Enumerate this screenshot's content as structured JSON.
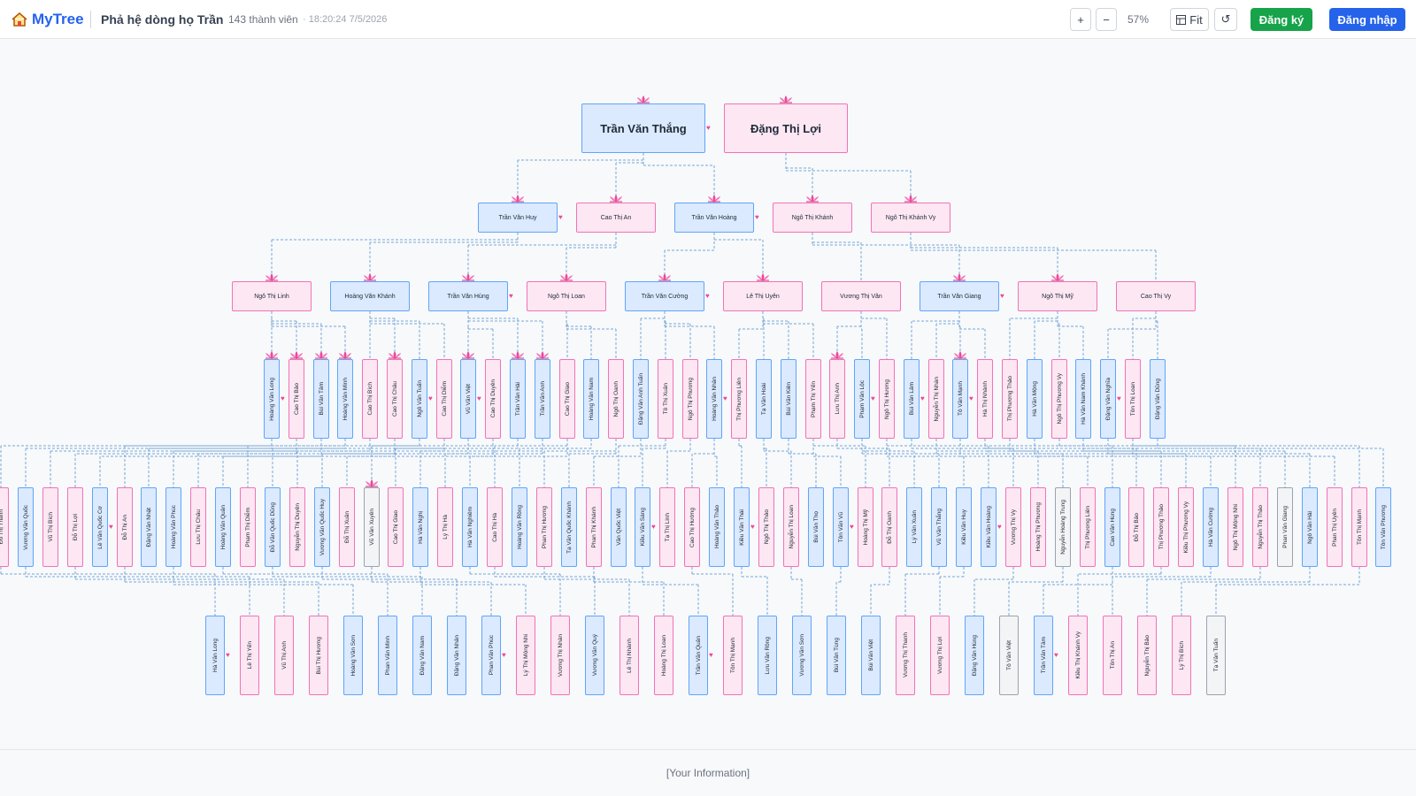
{
  "header": {
    "brand": "MyTree",
    "tree_title": "Phả hệ dòng họ Trần",
    "member_count": "143 thành viên",
    "timestamp": "· 18:20:24 7/5/2026",
    "zoom_in": "+",
    "zoom_out": "−",
    "zoom_level": "57%",
    "fit_label": "Fit",
    "reset_icon": "↺",
    "register_label": "Đăng ký",
    "login_label": "Đăng nhập"
  },
  "footer": {
    "text": "[Your Information]"
  },
  "colors": {
    "male": "#dbeafe",
    "female": "#fce7f3",
    "accent": "#2563eb",
    "register": "#16a34a"
  },
  "icons": {
    "logo": "home-icon",
    "fit": "grid-icon",
    "reset": "refresh-icon",
    "lotus": "lotus-icon",
    "couple": "heart-icon"
  },
  "generations": [
    {
      "level": 0,
      "members": [
        {
          "name": "Trần Văn Thắng",
          "gender": "male",
          "lotus": true
        },
        {
          "name": "Đặng Thị Lợi",
          "gender": "female",
          "lotus": true
        }
      ]
    },
    {
      "level": 1,
      "members": [
        {
          "name": "Trần Văn Huy",
          "gender": "male",
          "lotus": true
        },
        {
          "name": "Cao Thị An",
          "gender": "female",
          "lotus": true
        },
        {
          "name": "Trần Văn Hoàng",
          "gender": "male",
          "lotus": true
        },
        {
          "name": "Ngô Thị Khánh",
          "gender": "female",
          "lotus": true
        },
        {
          "name": "Ngô Thị Khánh Vy",
          "gender": "female",
          "lotus": true
        }
      ]
    },
    {
      "level": 2,
      "members": [
        {
          "name": "Ngô Thị Linh",
          "gender": "female",
          "lotus": true
        },
        {
          "name": "Hoàng Văn Khánh",
          "gender": "male",
          "lotus": true
        },
        {
          "name": "Trần Văn Hùng",
          "gender": "male",
          "lotus": true
        },
        {
          "name": "Ngô Thị Loan",
          "gender": "female",
          "lotus": true
        },
        {
          "name": "Trần Văn Cường",
          "gender": "male",
          "lotus": true
        },
        {
          "name": "Lê Thị Uyên",
          "gender": "female",
          "lotus": true
        },
        {
          "name": "Vương Thị Vân",
          "gender": "female",
          "lotus": false
        },
        {
          "name": "Trần Văn Giang",
          "gender": "male",
          "lotus": true
        },
        {
          "name": "Ngô Thị Mỹ",
          "gender": "female",
          "lotus": true
        },
        {
          "name": "Cao Thị Vy",
          "gender": "female",
          "lotus": false
        }
      ]
    },
    {
      "level": 3,
      "members": [
        {
          "name": "Hoàng Văn Long",
          "gender": "male",
          "lotus": true
        },
        {
          "name": "Cao Thị Bảo",
          "gender": "female",
          "lotus": true
        },
        {
          "name": "Bùi Văn Tâm",
          "gender": "male",
          "lotus": true
        },
        {
          "name": "Hoàng Văn Minh",
          "gender": "male",
          "lotus": true
        },
        {
          "name": "Cao Thị Bích",
          "gender": "female",
          "lotus": false
        },
        {
          "name": "Cao Thị Châu",
          "gender": "female",
          "lotus": true
        },
        {
          "name": "Ngô Văn Tuấn",
          "gender": "male",
          "lotus": false
        },
        {
          "name": "Cao Thị Diễm",
          "gender": "female",
          "lotus": false
        },
        {
          "name": "Vũ Văn Việt",
          "gender": "male",
          "lotus": true
        },
        {
          "name": "Cao Thị Duyên",
          "gender": "female",
          "lotus": false
        },
        {
          "name": "Trần Văn Hải",
          "gender": "male",
          "lotus": true
        },
        {
          "name": "Trần Văn Anh",
          "gender": "male",
          "lotus": true
        },
        {
          "name": "Cao Thị Giao",
          "gender": "female",
          "lotus": false
        },
        {
          "name": "Hoàng Văn Nam",
          "gender": "male",
          "lotus": false
        },
        {
          "name": "Ngô Thị Oanh",
          "gender": "female",
          "lotus": false
        },
        {
          "name": "Đặng Văn Anh Tuấn",
          "gender": "male",
          "lotus": false
        },
        {
          "name": "Tô Thị Xuân",
          "gender": "female",
          "lotus": false
        },
        {
          "name": "Ngô Thị Phương",
          "gender": "female",
          "lotus": false
        },
        {
          "name": "Hoàng Văn Nhân",
          "gender": "male",
          "lotus": false
        },
        {
          "name": "Thị Phương Liên",
          "gender": "female",
          "lotus": false
        },
        {
          "name": "Tạ Văn Hoài",
          "gender": "male",
          "lotus": false
        },
        {
          "name": "Bùi Văn Kiên",
          "gender": "male",
          "lotus": false
        },
        {
          "name": "Phạm Thị Yến",
          "gender": "female",
          "lotus": false
        },
        {
          "name": "Lưu Thị Anh",
          "gender": "female",
          "lotus": true
        },
        {
          "name": "Phạm Văn Lộc",
          "gender": "male",
          "lotus": false
        },
        {
          "name": "Ngô Thị Hương",
          "gender": "female",
          "lotus": false
        },
        {
          "name": "Bùi Văn Lâm",
          "gender": "male",
          "lotus": false
        },
        {
          "name": "Nguyễn Thị Nhàn",
          "gender": "female",
          "lotus": false
        },
        {
          "name": "Tô Văn Mạnh",
          "gender": "male",
          "lotus": true
        },
        {
          "name": "Hà Thị Nhành",
          "gender": "female",
          "lotus": false
        },
        {
          "name": "Thị Phương Thảo",
          "gender": "female",
          "lotus": false
        },
        {
          "name": "Hà Văn Mộng",
          "gender": "male",
          "lotus": false
        },
        {
          "name": "Ngô Thị Phương Vy",
          "gender": "female",
          "lotus": false
        },
        {
          "name": "Hà Văn Nam Khánh",
          "gender": "male",
          "lotus": false
        },
        {
          "name": "Đặng Văn Nghĩa",
          "gender": "male",
          "lotus": false
        },
        {
          "name": "Tôn Thị Loan",
          "gender": "female",
          "lotus": false
        },
        {
          "name": "Đặng Văn Dũng",
          "gender": "male",
          "lotus": false
        }
      ]
    },
    {
      "level": 4,
      "members": [
        {
          "name": "Đỗ Thị Thanh",
          "gender": "female",
          "lotus": false
        },
        {
          "name": "Vương Văn Quốc",
          "gender": "male",
          "lotus": false
        },
        {
          "name": "Vũ Thị Bích",
          "gender": "female",
          "lotus": false
        },
        {
          "name": "Đỗ Thị Lợi",
          "gender": "female",
          "lotus": false
        },
        {
          "name": "Lê Văn Quốc Cơ",
          "gender": "male",
          "lotus": false
        },
        {
          "name": "Đỗ Thị An",
          "gender": "female",
          "lotus": false
        },
        {
          "name": "Đặng Văn Nhật",
          "gender": "male",
          "lotus": false
        },
        {
          "name": "Hoàng Văn Phúc",
          "gender": "male",
          "lotus": false
        },
        {
          "name": "Lưu Thị Châu",
          "gender": "female",
          "lotus": false
        },
        {
          "name": "Hoàng Văn Quân",
          "gender": "male",
          "lotus": false
        },
        {
          "name": "Phạm Thị Diễm",
          "gender": "female",
          "lotus": false
        },
        {
          "name": "Đỗ Văn Quốc Dũng",
          "gender": "male",
          "lotus": false
        },
        {
          "name": "Nguyễn Thị Duyên",
          "gender": "female",
          "lotus": false
        },
        {
          "name": "Vương Văn Quốc Huy",
          "gender": "male",
          "lotus": false
        },
        {
          "name": "Đỗ Thị Xuân",
          "gender": "female",
          "lotus": false
        },
        {
          "name": "Vũ Văn Xuyên",
          "gender": "unknown",
          "lotus": true
        },
        {
          "name": "Cao Thị Giao",
          "gender": "female",
          "lotus": false
        },
        {
          "name": "Hà Văn Nghị",
          "gender": "male",
          "lotus": false
        },
        {
          "name": "Lý Thị Hà",
          "gender": "female",
          "lotus": false
        },
        {
          "name": "Hà Văn Nghiêm",
          "gender": "male",
          "lotus": false
        },
        {
          "name": "Cao Thị Hà",
          "gender": "female",
          "lotus": false
        },
        {
          "name": "Hoàng Văn Rồng",
          "gender": "male",
          "lotus": false
        },
        {
          "name": "Phan Thị Hương",
          "gender": "female",
          "lotus": false
        },
        {
          "name": "Tạ Văn Quốc Khánh",
          "gender": "male",
          "lotus": false
        },
        {
          "name": "Phan Thị Khánh",
          "gender": "female",
          "lotus": false
        },
        {
          "name": "Văn Quốc Việt",
          "gender": "male",
          "lotus": false
        },
        {
          "name": "Kiều Văn Sáng",
          "gender": "male",
          "lotus": false
        },
        {
          "name": "Tạ Thị Linh",
          "gender": "female",
          "lotus": false
        },
        {
          "name": "Cao Thị Hường",
          "gender": "female",
          "lotus": false
        },
        {
          "name": "Hoàng Văn Thảo",
          "gender": "male",
          "lotus": false
        },
        {
          "name": "Kiều Văn Thái",
          "gender": "male",
          "lotus": false
        },
        {
          "name": "Ngô Thị Thảo",
          "gender": "female",
          "lotus": false
        },
        {
          "name": "Nguyễn Thị Loan",
          "gender": "female",
          "lotus": false
        },
        {
          "name": "Bùi Văn Thọ",
          "gender": "male",
          "lotus": false
        },
        {
          "name": "Tôn Văn Vũ",
          "gender": "male",
          "lotus": false
        },
        {
          "name": "Hoàng Thị Mỹ",
          "gender": "female",
          "lotus": false
        },
        {
          "name": "Đỗ Thị Oanh",
          "gender": "female",
          "lotus": false
        },
        {
          "name": "Lý Văn Xuân",
          "gender": "male",
          "lotus": false
        },
        {
          "name": "Vũ Văn Thắng",
          "gender": "male",
          "lotus": false
        },
        {
          "name": "Kiều Văn Huy",
          "gender": "male",
          "lotus": false
        },
        {
          "name": "Kiều Văn Hoàng",
          "gender": "male",
          "lotus": false
        },
        {
          "name": "Vương Thị Vy",
          "gender": "female",
          "lotus": false
        },
        {
          "name": "Hoàng Thị Phương",
          "gender": "female",
          "lotus": false
        },
        {
          "name": "Nguyễn Hoàng Trung",
          "gender": "unknown",
          "lotus": false
        },
        {
          "name": "Thị Phương Liên",
          "gender": "female",
          "lotus": false
        },
        {
          "name": "Cao Văn Hùng",
          "gender": "male",
          "lotus": false
        },
        {
          "name": "Đỗ Thị Bảo",
          "gender": "female",
          "lotus": false
        },
        {
          "name": "Thị Phương Thảo",
          "gender": "female",
          "lotus": false
        },
        {
          "name": "Kiều Thị Phương Vy",
          "gender": "female",
          "lotus": false
        },
        {
          "name": "Hà Văn Cường",
          "gender": "male",
          "lotus": false
        },
        {
          "name": "Ngô Thị Mộng Nhi",
          "gender": "female",
          "lotus": false
        },
        {
          "name": "Nguyễn Thị Thảo",
          "gender": "female",
          "lotus": false
        },
        {
          "name": "Phan Văn Giang",
          "gender": "unknown",
          "lotus": false
        },
        {
          "name": "Ngô Văn Hải",
          "gender": "male",
          "lotus": false
        },
        {
          "name": "Phan Thị Uyên",
          "gender": "female",
          "lotus": false
        },
        {
          "name": "Tôn Thị Mạnh",
          "gender": "female",
          "lotus": false
        },
        {
          "name": "Tôn Văn Phương",
          "gender": "male",
          "lotus": false
        }
      ]
    },
    {
      "level": 5,
      "members": [
        {
          "name": "Hà Văn Long",
          "gender": "male",
          "lotus": false
        },
        {
          "name": "Lê Thị Yến",
          "gender": "female",
          "lotus": false
        },
        {
          "name": "Vũ Thị Anh",
          "gender": "female",
          "lotus": false
        },
        {
          "name": "Bùi Thị Hương",
          "gender": "female",
          "lotus": false
        },
        {
          "name": "Hoàng Văn Sơn",
          "gender": "male",
          "lotus": false
        },
        {
          "name": "Phan Văn Minh",
          "gender": "male",
          "lotus": false
        },
        {
          "name": "Đặng Văn Nam",
          "gender": "male",
          "lotus": false
        },
        {
          "name": "Đặng Văn Nhân",
          "gender": "male",
          "lotus": false
        },
        {
          "name": "Phan Văn Phúc",
          "gender": "male",
          "lotus": false
        },
        {
          "name": "Lý Thị Mộng Nhi",
          "gender": "female",
          "lotus": false
        },
        {
          "name": "Vương Thị Nhàn",
          "gender": "female",
          "lotus": false
        },
        {
          "name": "Vương Văn Quý",
          "gender": "male",
          "lotus": false
        },
        {
          "name": "Lê Thị Nhành",
          "gender": "female",
          "lotus": false
        },
        {
          "name": "Hoàng Thị Loan",
          "gender": "female",
          "lotus": false
        },
        {
          "name": "Trần Văn Quân",
          "gender": "male",
          "lotus": false
        },
        {
          "name": "Tôn Thị Mạnh",
          "gender": "female",
          "lotus": false
        },
        {
          "name": "Lưu Văn Rồng",
          "gender": "male",
          "lotus": false
        },
        {
          "name": "Vương Văn Sơn",
          "gender": "male",
          "lotus": false
        },
        {
          "name": "Bùi Văn Tùng",
          "gender": "male",
          "lotus": false
        },
        {
          "name": "Bùi Văn Việt",
          "gender": "male",
          "lotus": false
        },
        {
          "name": "Vương Thị Thanh",
          "gender": "female",
          "lotus": false
        },
        {
          "name": "Vương Thị Lợi",
          "gender": "female",
          "lotus": false
        },
        {
          "name": "Đặng Văn Hùng",
          "gender": "male",
          "lotus": false
        },
        {
          "name": "Tô Văn Việt",
          "gender": "unknown",
          "lotus": false
        },
        {
          "name": "Trần Văn Tâm",
          "gender": "male",
          "lotus": false
        },
        {
          "name": "Kiều Thị Khánh Vy",
          "gender": "female",
          "lotus": false
        },
        {
          "name": "Tôn Thị An",
          "gender": "female",
          "lotus": false
        },
        {
          "name": "Nguyễn Thị Bảo",
          "gender": "female",
          "lotus": false
        },
        {
          "name": "Lý Thị Bích",
          "gender": "female",
          "lotus": false
        },
        {
          "name": "Tạ Văn Tuấn",
          "gender": "unknown",
          "lotus": false
        }
      ]
    }
  ]
}
